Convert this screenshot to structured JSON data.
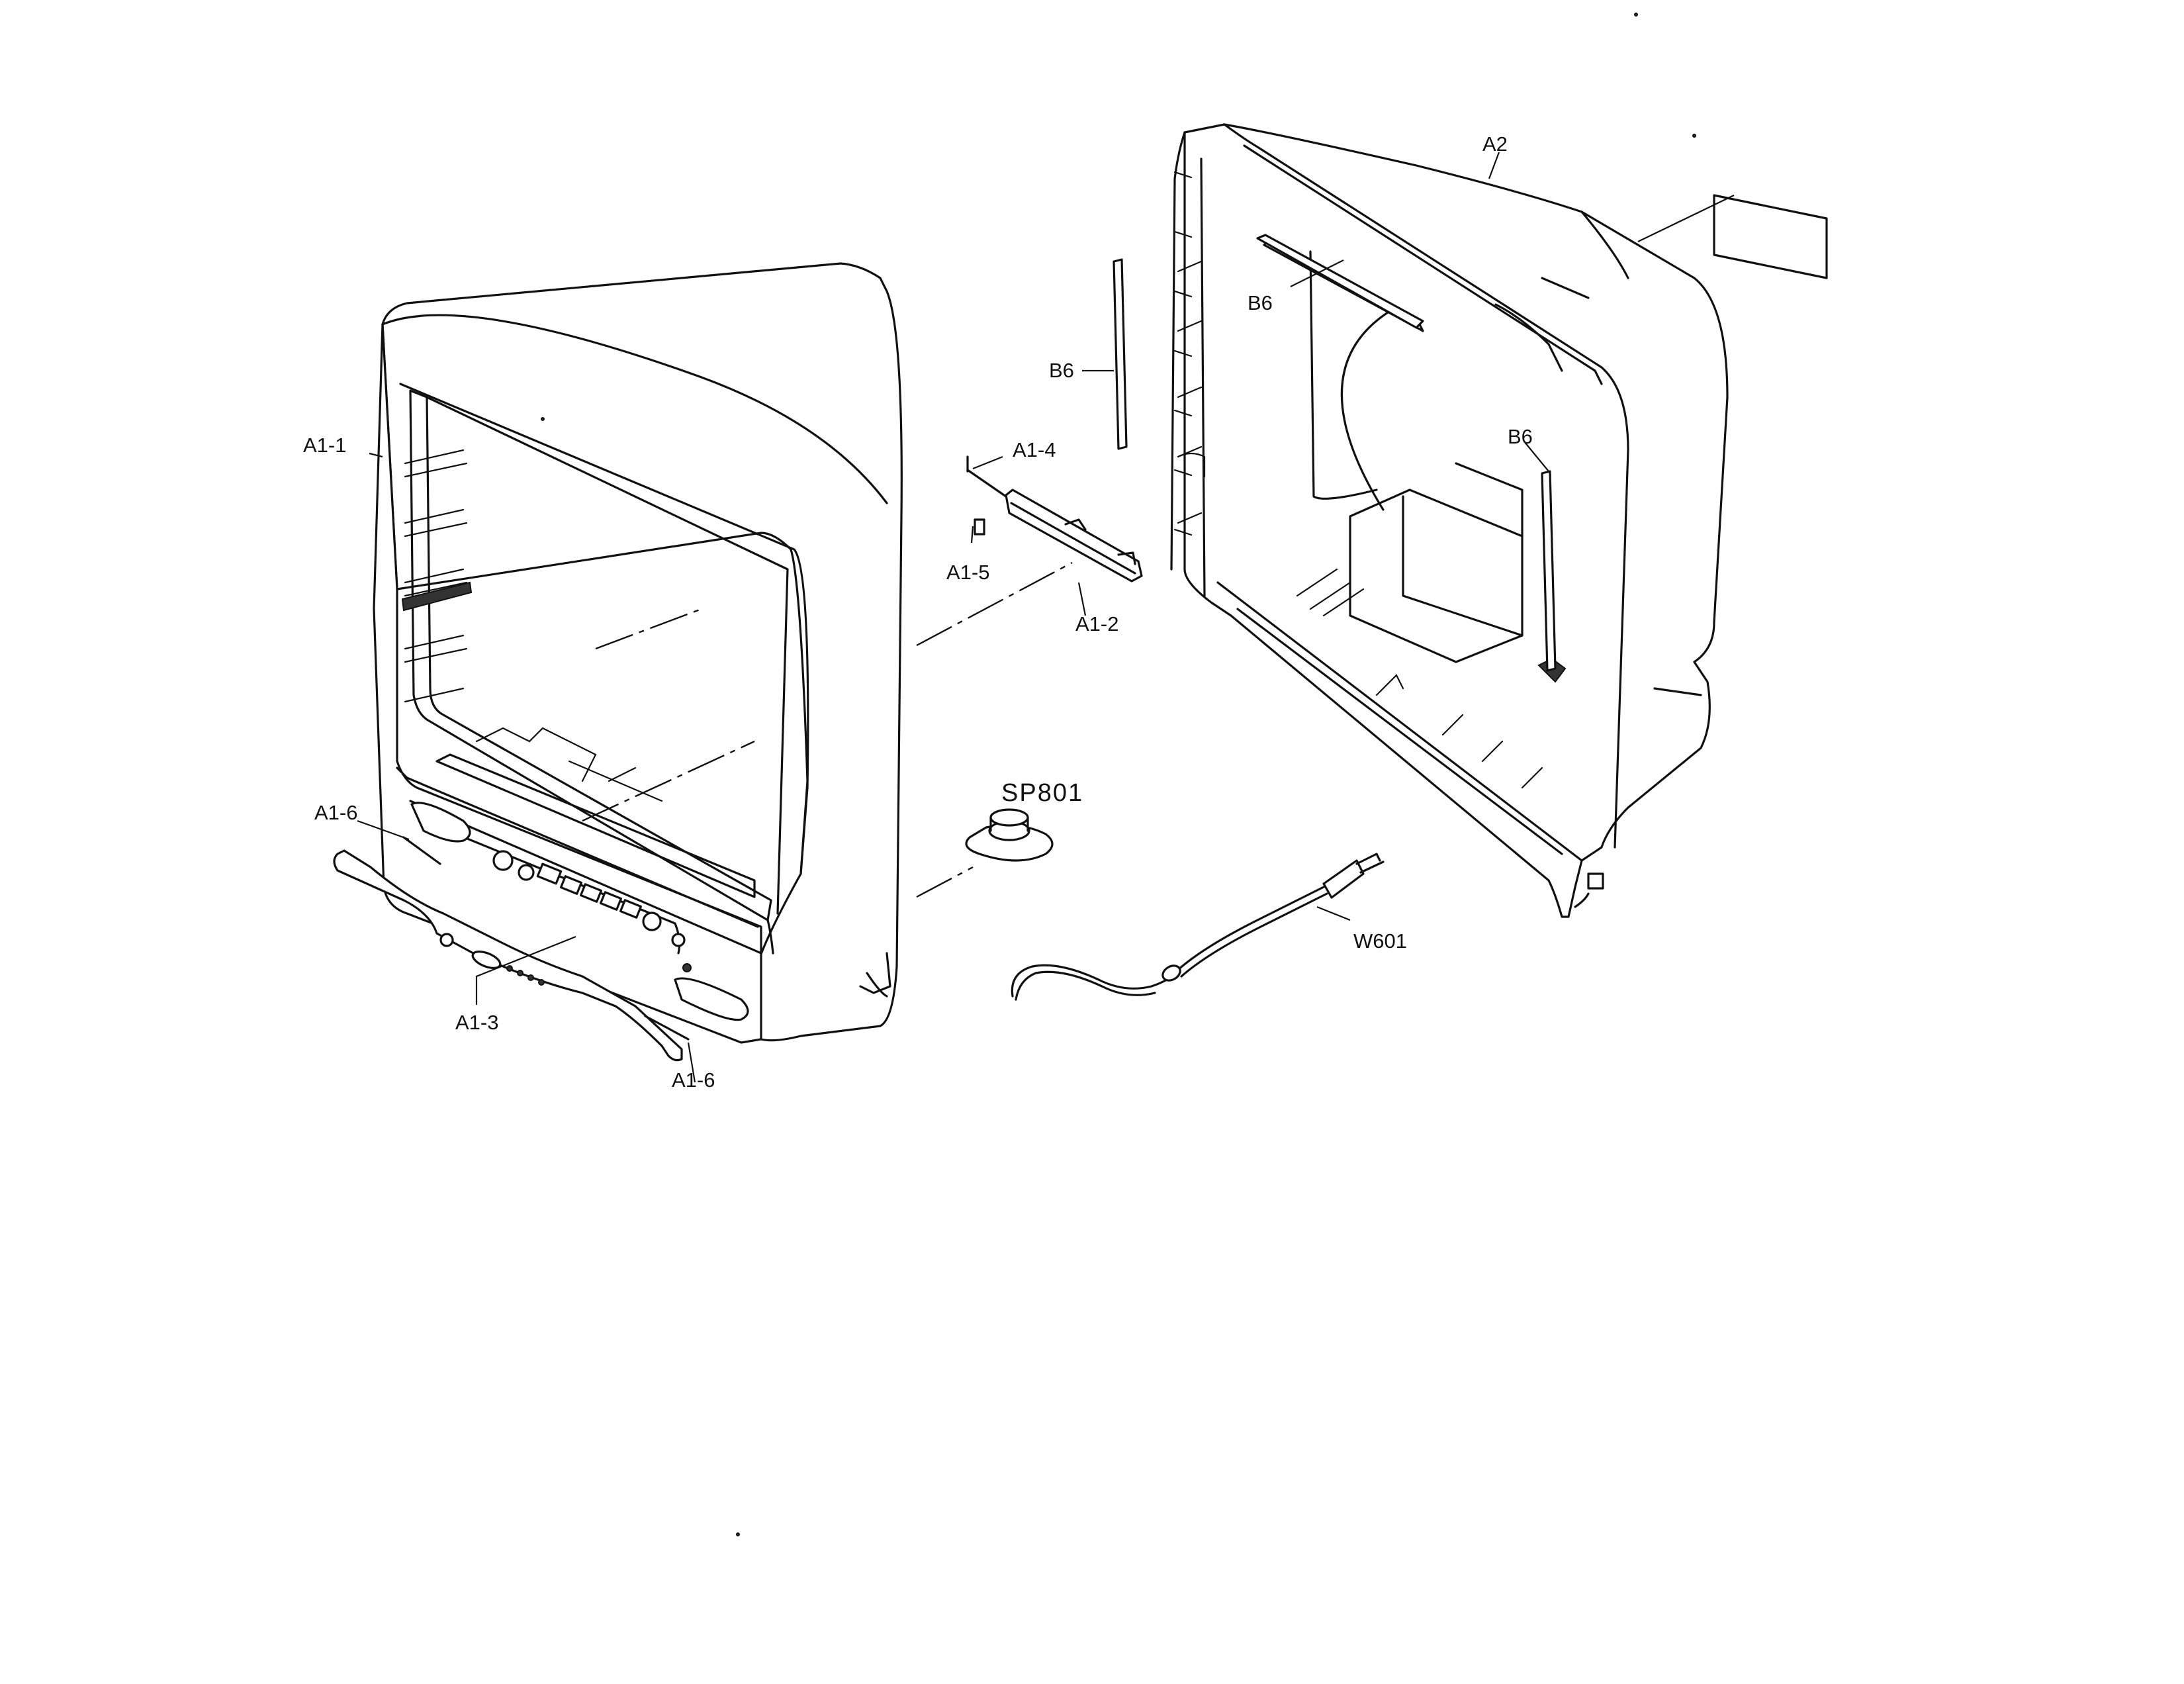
{
  "callouts": {
    "a1_1": "A1-1",
    "a1_2": "A1-2",
    "a1_3": "A1-3",
    "a1_4": "A1-4",
    "a1_5": "A1-5",
    "a1_6_top": "A1-6",
    "a1_6_bottom": "A1-6",
    "a2": "A2",
    "b6_left": "B6",
    "b6_top": "B6",
    "b6_right": "B6",
    "sp801": "SP801",
    "w601": "W601"
  }
}
